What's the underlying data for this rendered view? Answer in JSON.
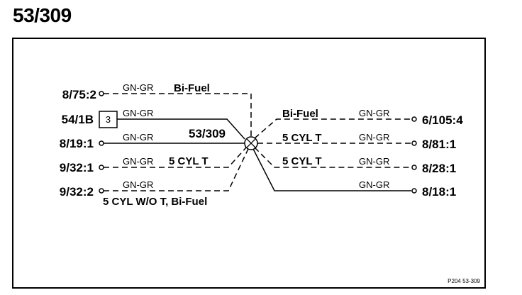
{
  "title": "53/309",
  "splice_label": "53/309",
  "footer_ref": "P204  53-309",
  "left_connectors": [
    {
      "label": "8/75:2",
      "wire_color": "GN-GR",
      "variant": "Bi-Fuel"
    },
    {
      "label": "54/1B",
      "box": "3",
      "wire_color": "GN-GR",
      "variant": ""
    },
    {
      "label": "8/19:1",
      "wire_color": "GN-GR",
      "variant": ""
    },
    {
      "label": "9/32:1",
      "wire_color": "GN-GR",
      "variant": "5 CYL T"
    },
    {
      "label": "9/32:2",
      "wire_color": "GN-GR",
      "variant": "5 CYL W/O T, Bi-Fuel"
    }
  ],
  "right_connectors": [
    {
      "label": "6/105:4",
      "wire_color": "GN-GR",
      "variant": "Bi-Fuel"
    },
    {
      "label": "8/81:1",
      "wire_color": "GN-GR",
      "variant": "5 CYL T"
    },
    {
      "label": "8/28:1",
      "wire_color": "GN-GR",
      "variant": "5 CYL T"
    },
    {
      "label": "8/18:1",
      "wire_color": "GN-GR",
      "variant": ""
    }
  ]
}
